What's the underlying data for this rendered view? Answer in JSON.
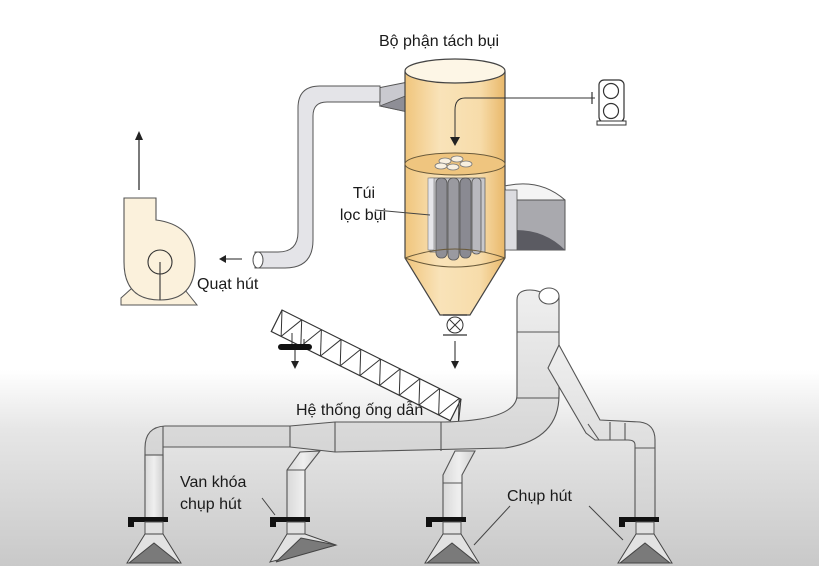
{
  "title": "Dust collection system diagram",
  "labels": {
    "separator": "Bộ phận tách bụi",
    "filter_bag_line1": "Túi",
    "filter_bag_line2": "lọc bụi",
    "fan": "Quạt hút",
    "duct_system": "Hệ thống ống dẫn",
    "hood_valve_line1": "Van khóa",
    "hood_valve_line2": "chụp hút",
    "hood": "Chụp hút"
  },
  "components": [
    {
      "id": "separator",
      "icon": "cyclone-baghouse"
    },
    {
      "id": "filter-bags",
      "icon": "filter-bag-bundle"
    },
    {
      "id": "exhaust-fan",
      "icon": "centrifugal-fan"
    },
    {
      "id": "cleaning-controller",
      "icon": "pulse-controller"
    },
    {
      "id": "screw-conveyor",
      "icon": "conveyor"
    },
    {
      "id": "rotary-valve",
      "icon": "rotary-valve"
    },
    {
      "id": "duct-network",
      "icon": "duct"
    },
    {
      "id": "suction-hoods",
      "count": 4,
      "icon": "hood"
    }
  ],
  "colors": {
    "separator_body": "#f6d9a3",
    "separator_shade": "#e9b86a",
    "duct_fill": "#dedede",
    "hood_fill": "#7a7a7a",
    "fan_fill": "#fbf1dc",
    "outline": "#3a3a3a"
  }
}
